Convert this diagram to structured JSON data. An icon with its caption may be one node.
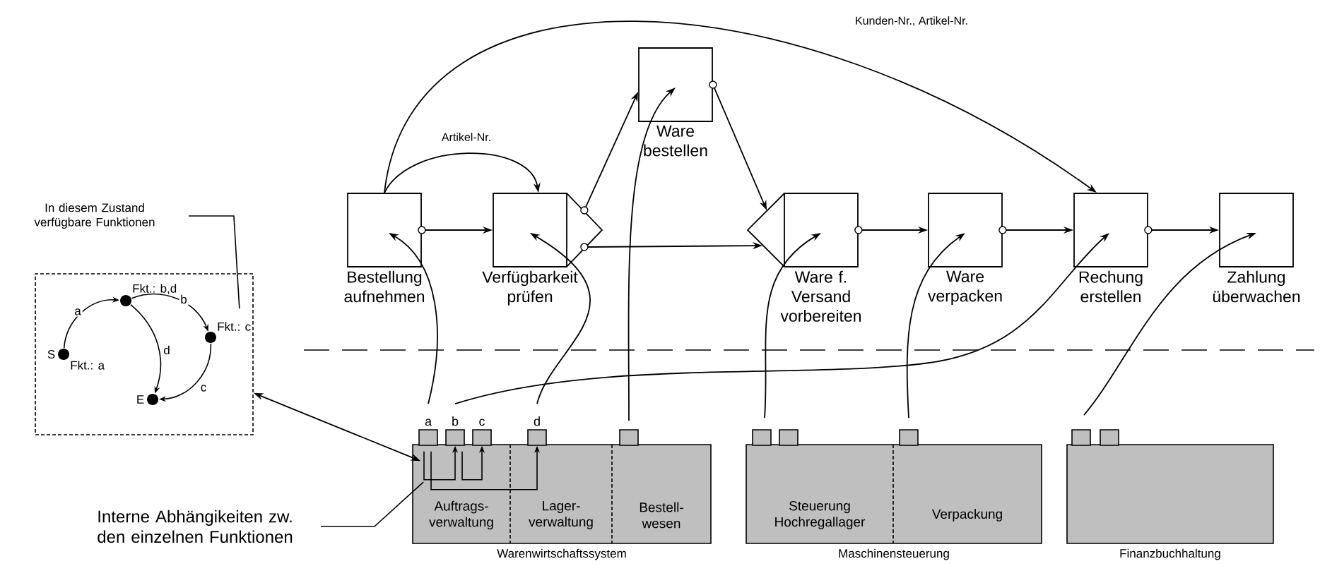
{
  "diagram": {
    "nodes": [
      {
        "text": [
          "Bestellung aufnehmen"
        ]
      },
      {
        "text": [
          "Verfügbarkeit prüfen"
        ]
      },
      {
        "text": [
          "Ware bestellen"
        ]
      },
      {
        "text": [
          "Ware f. Versand vorbereiten"
        ]
      },
      {
        "text": [
          "Ware verpacken"
        ]
      },
      {
        "text": [
          "Rechung erstellen"
        ]
      },
      {
        "text": [
          "Zahlung überwachen"
        ]
      },
      {
        "text": [
          "In diesem Zustand verfügbare Funktionen"
        ]
      },
      {
        "text": [],
        "shape": "box"
      },
      {
        "text": [],
        "shape": "circle",
        "in": 8,
        "beside": [
          "S",
          "Fkt.: a"
        ]
      },
      {
        "text": [],
        "shape": "circle",
        "in": 8,
        "beside": [
          "Fkt.: b,d"
        ]
      },
      {
        "text": [],
        "shape": "circle",
        "in": 8,
        "beside": [
          "Fkt.: c"
        ]
      },
      {
        "text": [],
        "shape": "circle",
        "in": 8,
        "beside": [
          "E"
        ]
      },
      {
        "text": [
          "Warenwirtschaftssystem"
        ]
      },
      {
        "text": [
          "Auftrags-verwaltung"
        ],
        "in": 13
      },
      {
        "text": [
          "Lager-verwaltung"
        ],
        "in": 13
      },
      {
        "text": [
          "Bestell-wesen"
        ],
        "in": 13
      },
      {
        "text": [
          "Maschinensteuerung"
        ]
      },
      {
        "text": [
          "Steuerung Hochregallager"
        ],
        "in": 17
      },
      {
        "text": [
          "Verpackung"
        ],
        "in": 17
      },
      {
        "text": [
          "Finanzbuchhaltung"
        ]
      },
      {
        "text": [],
        "shape": "box",
        "beside": [
          "a"
        ]
      },
      {
        "text": [],
        "shape": "box",
        "beside": [
          "b"
        ]
      },
      {
        "text": [],
        "shape": "box",
        "beside": [
          "c"
        ]
      },
      {
        "text": [],
        "shape": "box",
        "beside": [
          "d"
        ]
      },
      {
        "text": [],
        "shape": "box"
      },
      {
        "text": [],
        "shape": "box"
      },
      {
        "text": [],
        "shape": "box"
      },
      {
        "text": [],
        "shape": "box"
      },
      {
        "text": [],
        "shape": "box"
      },
      {
        "text": [],
        "shape": "box"
      },
      {
        "text": [
          "Interne Abhängikeiten zw. den einzelnen Funktionen"
        ]
      }
    ],
    "edges": [
      {
        "from": 0,
        "to": 1,
        "arrow": "to"
      },
      {
        "from": 1,
        "to": 2,
        "arrow": "to"
      },
      {
        "from": 1,
        "to": 3,
        "arrow": "to"
      },
      {
        "from": 2,
        "to": 3,
        "arrow": "to"
      },
      {
        "from": 3,
        "to": 4,
        "arrow": "to"
      },
      {
        "from": 4,
        "to": 5,
        "arrow": "to"
      },
      {
        "from": 5,
        "to": 6,
        "arrow": "to"
      },
      {
        "from": 0,
        "to": 1,
        "arrow": "to",
        "label": "Artikel-Nr."
      },
      {
        "from": 0,
        "to": 5,
        "arrow": "to",
        "label": "Kunden-Nr., Artikel-Nr."
      },
      {
        "from": 9,
        "to": 10,
        "arrow": "to",
        "label": "a"
      },
      {
        "from": 10,
        "to": 11,
        "arrow": "to",
        "label": "b"
      },
      {
        "from": 10,
        "to": 12,
        "arrow": "to",
        "label": "d"
      },
      {
        "from": 11,
        "to": 12,
        "arrow": "to",
        "label": "c"
      },
      {
        "from": 7,
        "to": 8,
        "arrow": "none"
      },
      {
        "from": 8,
        "to": 13,
        "arrow": "both"
      },
      {
        "from": 31,
        "to": 14,
        "arrow": "none"
      },
      {
        "from": 21,
        "to": 22,
        "arrow": "to"
      },
      {
        "from": 22,
        "to": 23,
        "arrow": "to"
      },
      {
        "from": 21,
        "to": 24,
        "arrow": "to"
      },
      {
        "from": 21,
        "to": 0,
        "arrow": "to"
      },
      {
        "from": 22,
        "to": 5,
        "arrow": "to"
      },
      {
        "from": 24,
        "to": 1,
        "arrow": "to"
      },
      {
        "from": 25,
        "to": 2,
        "arrow": "to"
      },
      {
        "from": 26,
        "to": 3,
        "arrow": "to"
      },
      {
        "from": 28,
        "to": 4,
        "arrow": "to"
      },
      {
        "from": 29,
        "to": 6,
        "arrow": "to"
      }
    ]
  }
}
